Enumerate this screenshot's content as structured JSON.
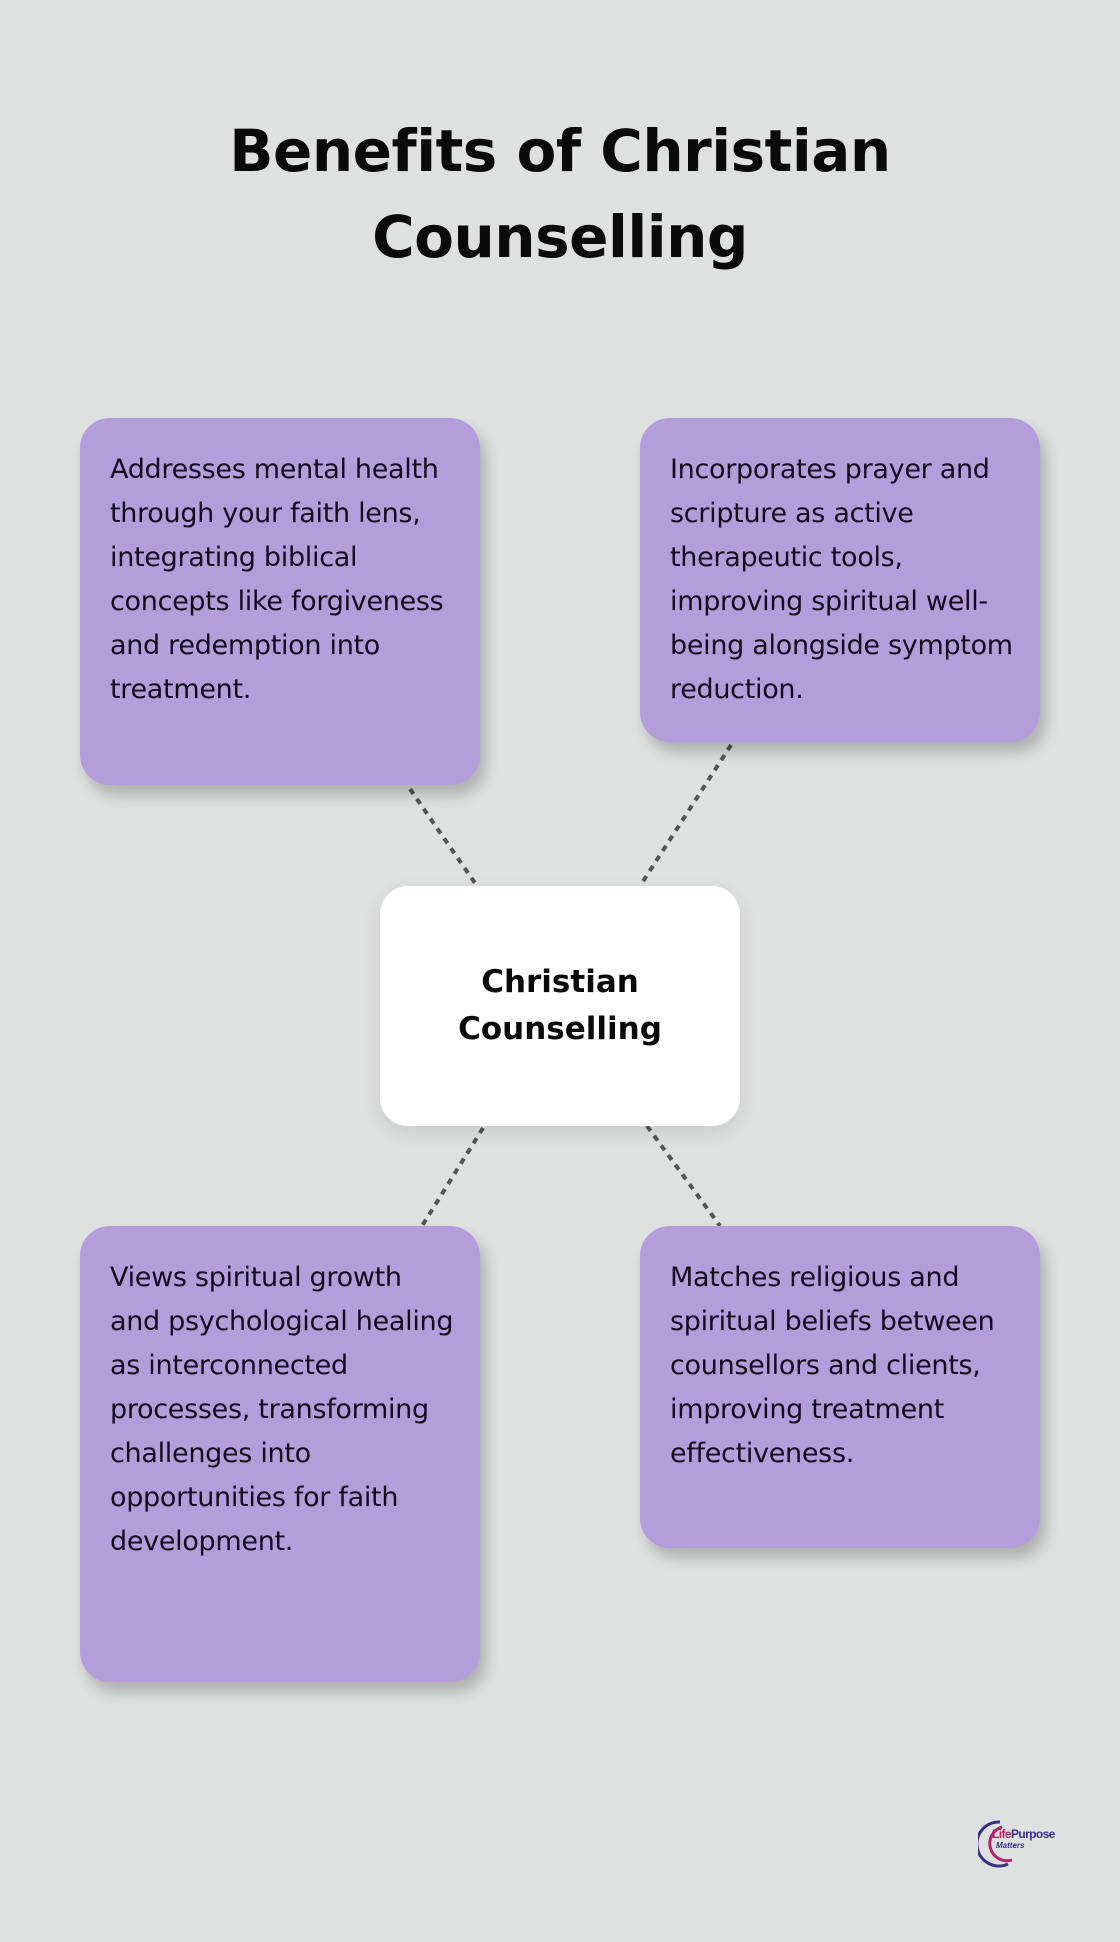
{
  "title": "Benefits of Christian Counselling",
  "center": {
    "label": "Christian Counselling"
  },
  "benefits": [
    {
      "text": "Addresses mental health through your faith lens, integrating biblical concepts like forgiveness and redemption into treatment."
    },
    {
      "text": "Incorporates prayer and scripture as active therapeutic tools, improving spiritual well-being alongside symptom reduction."
    },
    {
      "text": "Views spiritual growth and psychological healing as interconnected processes, transforming challenges into opportunities for faith development."
    },
    {
      "text": "Matches religious and spiritual beliefs between counsellors and clients, improving treatment effectiveness."
    }
  ],
  "logo": {
    "word1": "Life",
    "word2": "Purpose",
    "word3": "Matters"
  },
  "colors": {
    "background": "#dfe1e0",
    "card": "#b39ddb",
    "center_card": "#ffffff",
    "connector": "#555555",
    "logo_magenta": "#b0246c",
    "logo_indigo": "#3b2d8a"
  }
}
